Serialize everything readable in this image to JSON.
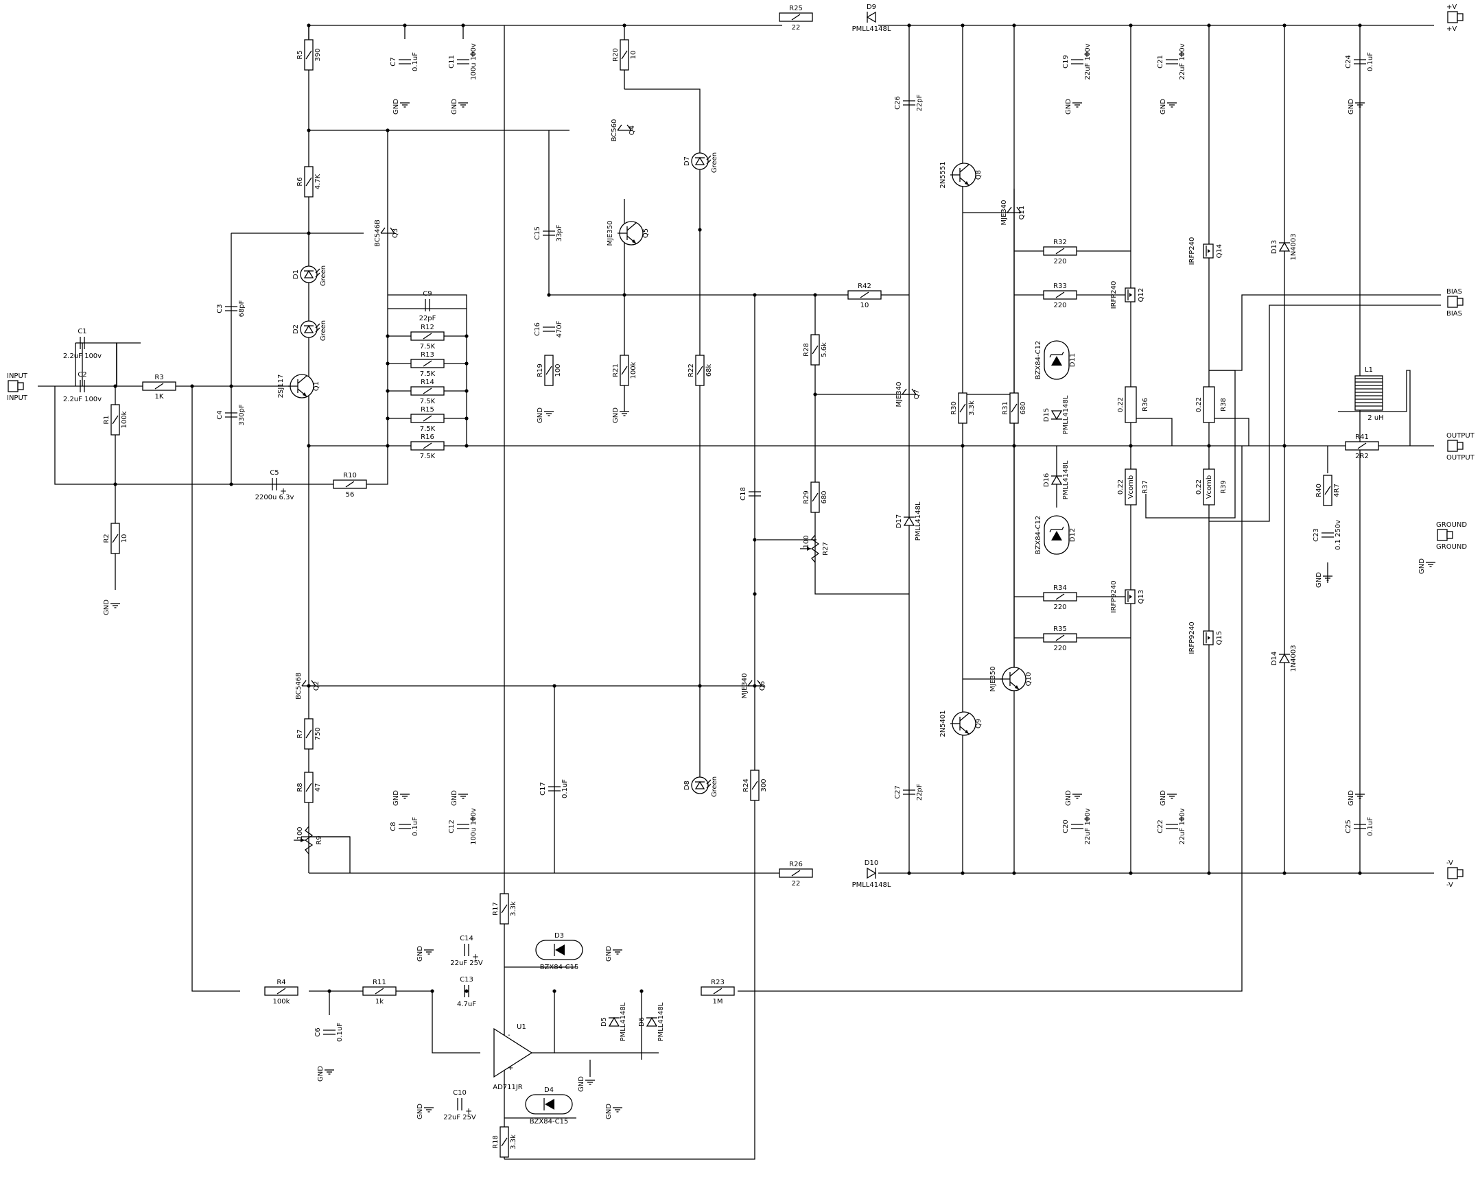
{
  "rails": {
    "vplus": "+V",
    "vminus": "-V",
    "bias": "BIAS",
    "output": "OUTPUT",
    "ground": "GROUND",
    "input": "INPUT"
  },
  "gnd_label": "GND",
  "resistors": [
    {
      "ref": "R1",
      "value": "100k"
    },
    {
      "ref": "R2",
      "value": "10"
    },
    {
      "ref": "R3",
      "value": "1K"
    },
    {
      "ref": "R4",
      "value": "100k"
    },
    {
      "ref": "R5",
      "value": "390"
    },
    {
      "ref": "R6",
      "value": "4.7K"
    },
    {
      "ref": "R7",
      "value": "750"
    },
    {
      "ref": "R8",
      "value": "47"
    },
    {
      "ref": "R9",
      "value": "100"
    },
    {
      "ref": "R10",
      "value": "56"
    },
    {
      "ref": "R11",
      "value": "1k"
    },
    {
      "ref": "R12",
      "value": "7.5K"
    },
    {
      "ref": "R13",
      "value": "7.5K"
    },
    {
      "ref": "R14",
      "value": "7.5K"
    },
    {
      "ref": "R15",
      "value": "7.5K"
    },
    {
      "ref": "R16",
      "value": "7.5K"
    },
    {
      "ref": "R17",
      "value": "3.3k"
    },
    {
      "ref": "R18",
      "value": "3.3k"
    },
    {
      "ref": "R19",
      "value": "100"
    },
    {
      "ref": "R20",
      "value": "10"
    },
    {
      "ref": "R21",
      "value": "100k"
    },
    {
      "ref": "R22",
      "value": "68k"
    },
    {
      "ref": "R23",
      "value": "1M"
    },
    {
      "ref": "R24",
      "value": "300"
    },
    {
      "ref": "R25",
      "value": "22"
    },
    {
      "ref": "R26",
      "value": "22"
    },
    {
      "ref": "R27",
      "value": "100"
    },
    {
      "ref": "R28",
      "value": "5.6k"
    },
    {
      "ref": "R29",
      "value": "680"
    },
    {
      "ref": "R30",
      "value": "3.3k"
    },
    {
      "ref": "R31",
      "value": "680"
    },
    {
      "ref": "R32",
      "value": "220"
    },
    {
      "ref": "R33",
      "value": "220"
    },
    {
      "ref": "R34",
      "value": "220"
    },
    {
      "ref": "R35",
      "value": "220"
    },
    {
      "ref": "R36",
      "value": "0.22"
    },
    {
      "ref": "R37",
      "value": "0.22"
    },
    {
      "ref": "R38",
      "value": "0.22"
    },
    {
      "ref": "R39",
      "value": "0.22"
    },
    {
      "ref": "R40",
      "value": "4R7"
    },
    {
      "ref": "R41",
      "value": "2R2"
    },
    {
      "ref": "R42",
      "value": "10"
    }
  ],
  "capacitors": [
    {
      "ref": "C1",
      "value": "2.2uF 100v"
    },
    {
      "ref": "C2",
      "value": "2.2uF 100v"
    },
    {
      "ref": "C3",
      "value": "68pF"
    },
    {
      "ref": "C4",
      "value": "330pF"
    },
    {
      "ref": "C5",
      "value": "2200u 6.3v"
    },
    {
      "ref": "C6",
      "value": "0.1uF"
    },
    {
      "ref": "C7",
      "value": "0.1uF"
    },
    {
      "ref": "C8",
      "value": "0.1uF"
    },
    {
      "ref": "C9",
      "value": "22pF"
    },
    {
      "ref": "C10",
      "value": "22uF 25V"
    },
    {
      "ref": "C11",
      "value": "100u 100v"
    },
    {
      "ref": "C12",
      "value": "100u 100v"
    },
    {
      "ref": "C13",
      "value": "4.7uF"
    },
    {
      "ref": "C14",
      "value": "22uF 25V"
    },
    {
      "ref": "C15",
      "value": "33pF"
    },
    {
      "ref": "C16",
      "value": "470F"
    },
    {
      "ref": "C17",
      "value": "0.1uF"
    },
    {
      "ref": "C18",
      "value": ""
    },
    {
      "ref": "C19",
      "value": "22uF 100v"
    },
    {
      "ref": "C20",
      "value": "22uF 100v"
    },
    {
      "ref": "C21",
      "value": "22uF 100v"
    },
    {
      "ref": "C22",
      "value": "22uF 100v"
    },
    {
      "ref": "C23",
      "value": "0.1 250v"
    },
    {
      "ref": "C24",
      "value": "0.1uF"
    },
    {
      "ref": "C25",
      "value": "0.1uF"
    },
    {
      "ref": "C26",
      "value": "22pF"
    },
    {
      "ref": "C27",
      "value": "22pF"
    }
  ],
  "transistors": [
    {
      "ref": "Q1",
      "part": "2SJ117"
    },
    {
      "ref": "Q2",
      "part": "BC546B"
    },
    {
      "ref": "Q3",
      "part": "BC546B"
    },
    {
      "ref": "Q4",
      "part": "BC560"
    },
    {
      "ref": "Q5",
      "part": "MJE350"
    },
    {
      "ref": "Q6",
      "part": "MJE340"
    },
    {
      "ref": "Q7",
      "part": "MJE340"
    },
    {
      "ref": "Q8",
      "part": "2N5551"
    },
    {
      "ref": "Q9",
      "part": "2N5401"
    },
    {
      "ref": "Q10",
      "part": "MJE350"
    },
    {
      "ref": "Q11",
      "part": "MJE340"
    },
    {
      "ref": "Q12",
      "part": "IRFP240"
    },
    {
      "ref": "Q13",
      "part": "IRFP9240"
    },
    {
      "ref": "Q14",
      "part": "IRFP240"
    },
    {
      "ref": "Q15",
      "part": "IRFP9240"
    }
  ],
  "diodes": [
    {
      "ref": "D1",
      "part": "Green"
    },
    {
      "ref": "D2",
      "part": "Green"
    },
    {
      "ref": "D3",
      "part": "BZX84-C15"
    },
    {
      "ref": "D4",
      "part": "BZX84-C15"
    },
    {
      "ref": "D5",
      "part": "PMLL4148L"
    },
    {
      "ref": "D6",
      "part": "PMLL4148L"
    },
    {
      "ref": "D7",
      "part": "Green"
    },
    {
      "ref": "D8",
      "part": "Green"
    },
    {
      "ref": "D9",
      "part": "PMLL4148L"
    },
    {
      "ref": "D10",
      "part": "PMLL4148L"
    },
    {
      "ref": "D11",
      "part": "BZX84-C12"
    },
    {
      "ref": "D12",
      "part": "BZX84-C12"
    },
    {
      "ref": "D13",
      "part": "1N4003"
    },
    {
      "ref": "D14",
      "part": "1N4003"
    },
    {
      "ref": "D15",
      "part": "PMLL4148L"
    },
    {
      "ref": "D16",
      "part": "PMLL4148L"
    },
    {
      "ref": "D17",
      "part": "PMLL4148L"
    }
  ],
  "ic": {
    "ref": "U1",
    "part": "AD711JR"
  },
  "inductor": {
    "ref": "L1",
    "value": "2 uH"
  },
  "vcomb": "Vcomb"
}
